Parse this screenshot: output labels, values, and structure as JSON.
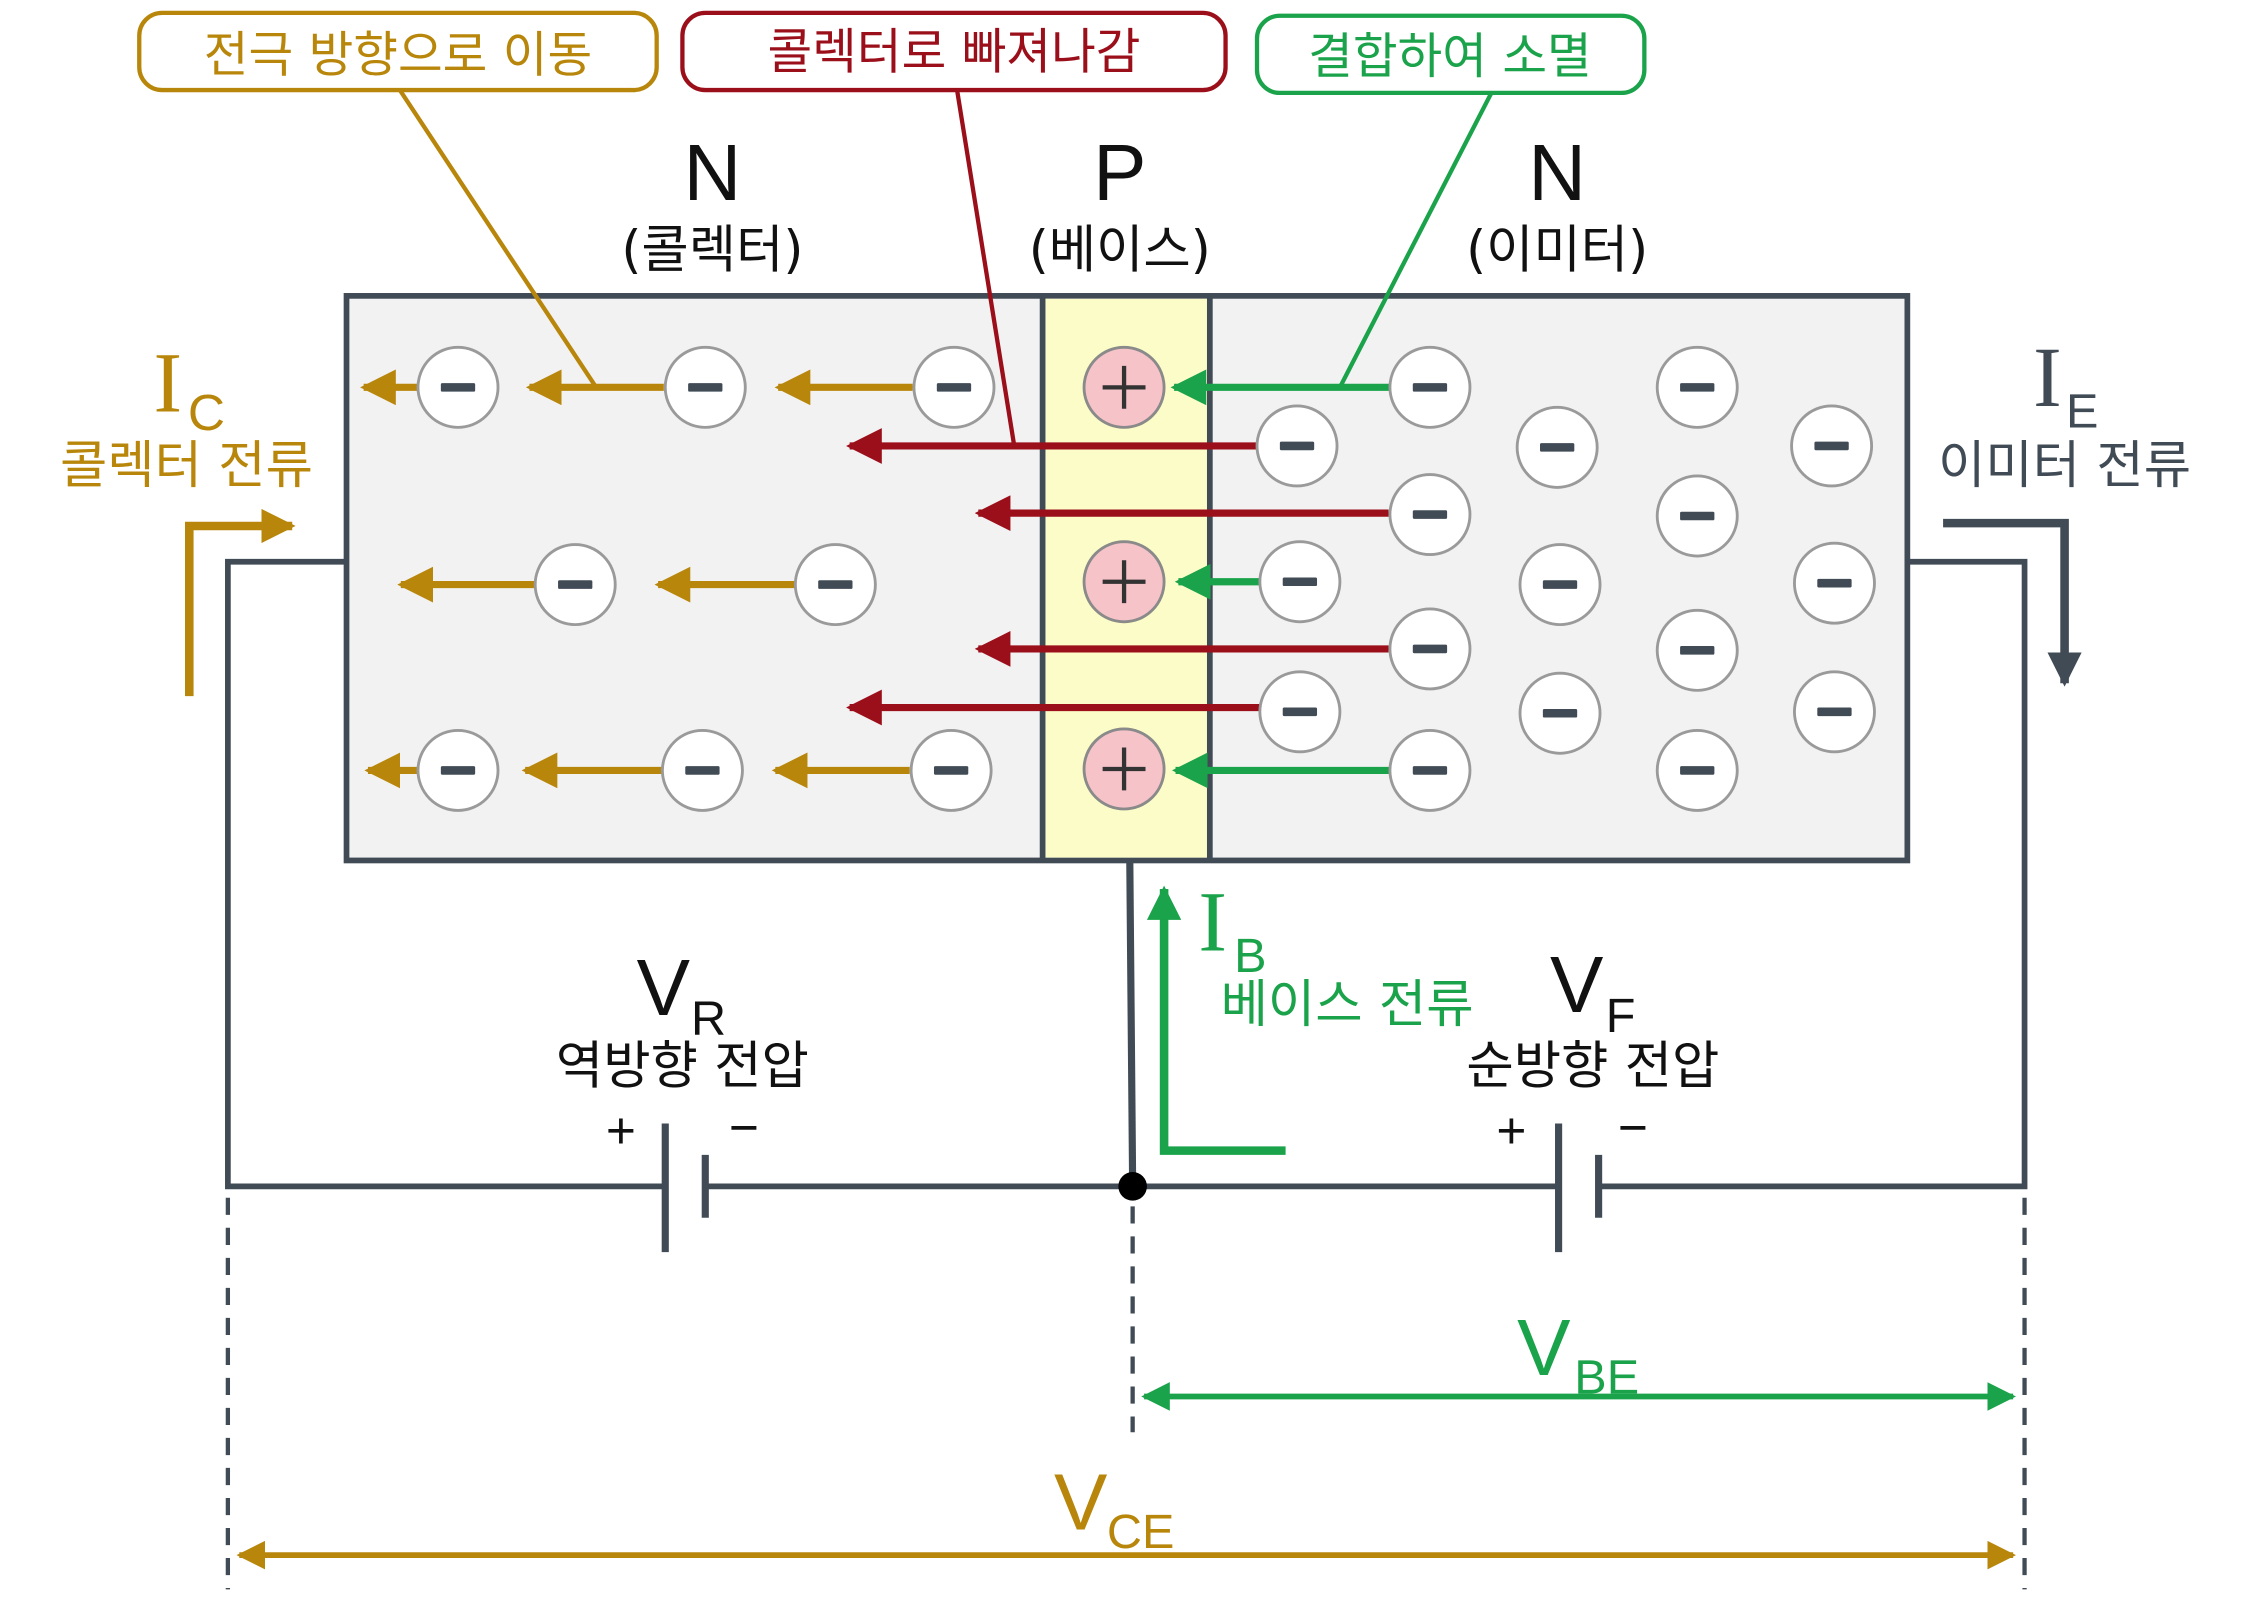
{
  "callouts": {
    "move_to_electrode": "전극 방향으로 이동",
    "exit_to_collector": "콜렉터로 빠져나감",
    "recombine": "결합하여 소멸"
  },
  "regions": {
    "collector": {
      "type": "N",
      "name": "(콜렉터)"
    },
    "base": {
      "type": "P",
      "name": "(베이스)"
    },
    "emitter": {
      "type": "N",
      "name": "(이미터)"
    }
  },
  "currents": {
    "collector": {
      "symbol": "I",
      "subscript": "C",
      "label": "콜렉터 전류"
    },
    "emitter": {
      "symbol": "I",
      "subscript": "E",
      "label": "이미터 전류"
    },
    "base": {
      "symbol": "I",
      "subscript": "B",
      "label": "베이스 전류"
    }
  },
  "voltages": {
    "reverse": {
      "symbol": "V",
      "subscript": "R",
      "label": "역방향 전압",
      "plus": "+",
      "minus": "−"
    },
    "forward": {
      "symbol": "V",
      "subscript": "F",
      "label": "순방향 전압",
      "plus": "+",
      "minus": "−"
    },
    "base_emitter": {
      "symbol": "V",
      "subscript": "BE"
    },
    "collector_emitter": {
      "symbol": "V",
      "subscript": "CE"
    }
  },
  "colors": {
    "gold": "#b8860b",
    "red": "#9b0f1a",
    "green": "#1aa34a",
    "dark": "#414b56",
    "box_fill": "#f2f2f2",
    "base_fill": "#fcfcc8",
    "hole_fill": "#f6c3c9"
  }
}
